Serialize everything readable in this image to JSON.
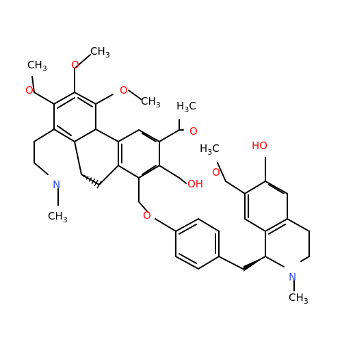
{
  "colors": {
    "bond": "#000000",
    "oxygen": "#ff0d0d",
    "nitrogen": "#3050f8",
    "carbon": "#000000"
  },
  "atom_labels": [
    {
      "id": "me-a",
      "text": "CH",
      "sub": "3",
      "element": "C"
    },
    {
      "id": "me-b",
      "text": "CH",
      "sub": "3",
      "element": "C"
    },
    {
      "id": "o-a",
      "text": "O",
      "element": "O"
    },
    {
      "id": "o-b",
      "text": "O",
      "element": "O"
    },
    {
      "id": "o-c",
      "text": "O",
      "element": "O"
    },
    {
      "id": "me-c",
      "text": "CH",
      "sub": "3",
      "element": "C"
    },
    {
      "id": "me-d",
      "text": "H",
      "sub": "3",
      "tail": "C",
      "element": "C"
    },
    {
      "id": "o-d",
      "text": "O",
      "element": "O"
    },
    {
      "id": "oh-a",
      "text": "HO",
      "element": "O"
    },
    {
      "id": "me-e",
      "text": "H",
      "sub": "3",
      "tail": "C",
      "element": "C"
    },
    {
      "id": "o-e",
      "text": "O",
      "element": "O"
    },
    {
      "id": "oh-b",
      "text": "OH",
      "element": "O"
    },
    {
      "id": "o-ether",
      "text": "O",
      "element": "O"
    },
    {
      "id": "n-a",
      "text": "N",
      "element": "N"
    },
    {
      "id": "me-f",
      "text": "CH",
      "sub": "3",
      "element": "C"
    },
    {
      "id": "n-b",
      "text": "N",
      "element": "N"
    },
    {
      "id": "me-g",
      "text": "CH",
      "sub": "3",
      "element": "C"
    }
  ]
}
